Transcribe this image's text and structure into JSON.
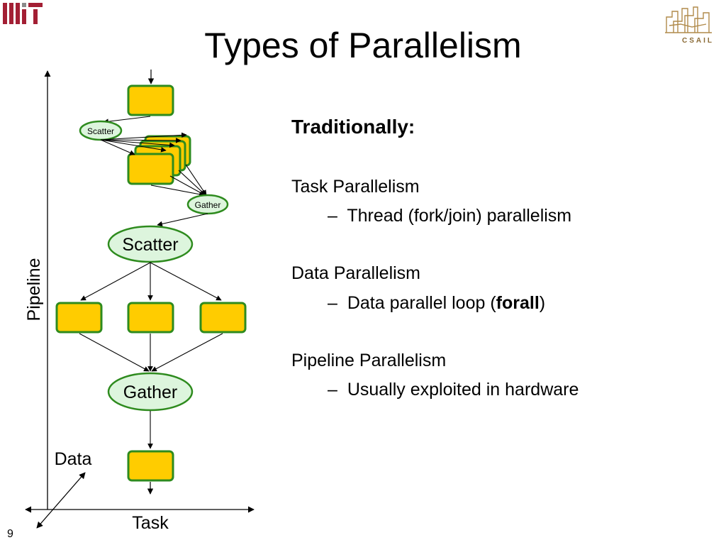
{
  "slide": {
    "title": "Types of Parallelism",
    "page_number": "9"
  },
  "logos": {
    "left": "MIT",
    "right": "CSAIL"
  },
  "diagram": {
    "axis_labels": {
      "pipeline": "Pipeline",
      "data": "Data",
      "task": "Task"
    },
    "nodes": {
      "scatter_small": "Scatter",
      "gather_small": "Gather",
      "scatter_large": "Scatter",
      "gather_large": "Gather"
    }
  },
  "content": {
    "heading": "Traditionally:",
    "sections": [
      {
        "title": "Task Parallelism",
        "item": "Thread (fork/join) parallelism"
      },
      {
        "title": "Data Parallelism",
        "item_prefix": "Data parallel loop (",
        "item_bold": "forall",
        "item_suffix": ")"
      },
      {
        "title": "Pipeline Parallelism",
        "item": "Usually exploited in hardware"
      }
    ],
    "dash": "–"
  },
  "colors": {
    "box_fill": "#FFCC00",
    "box_stroke": "#2E8B1E",
    "ellipse_fill": "#DDF5DD",
    "ellipse_stroke": "#2E8B1E",
    "mit_red": "#A31F34"
  }
}
